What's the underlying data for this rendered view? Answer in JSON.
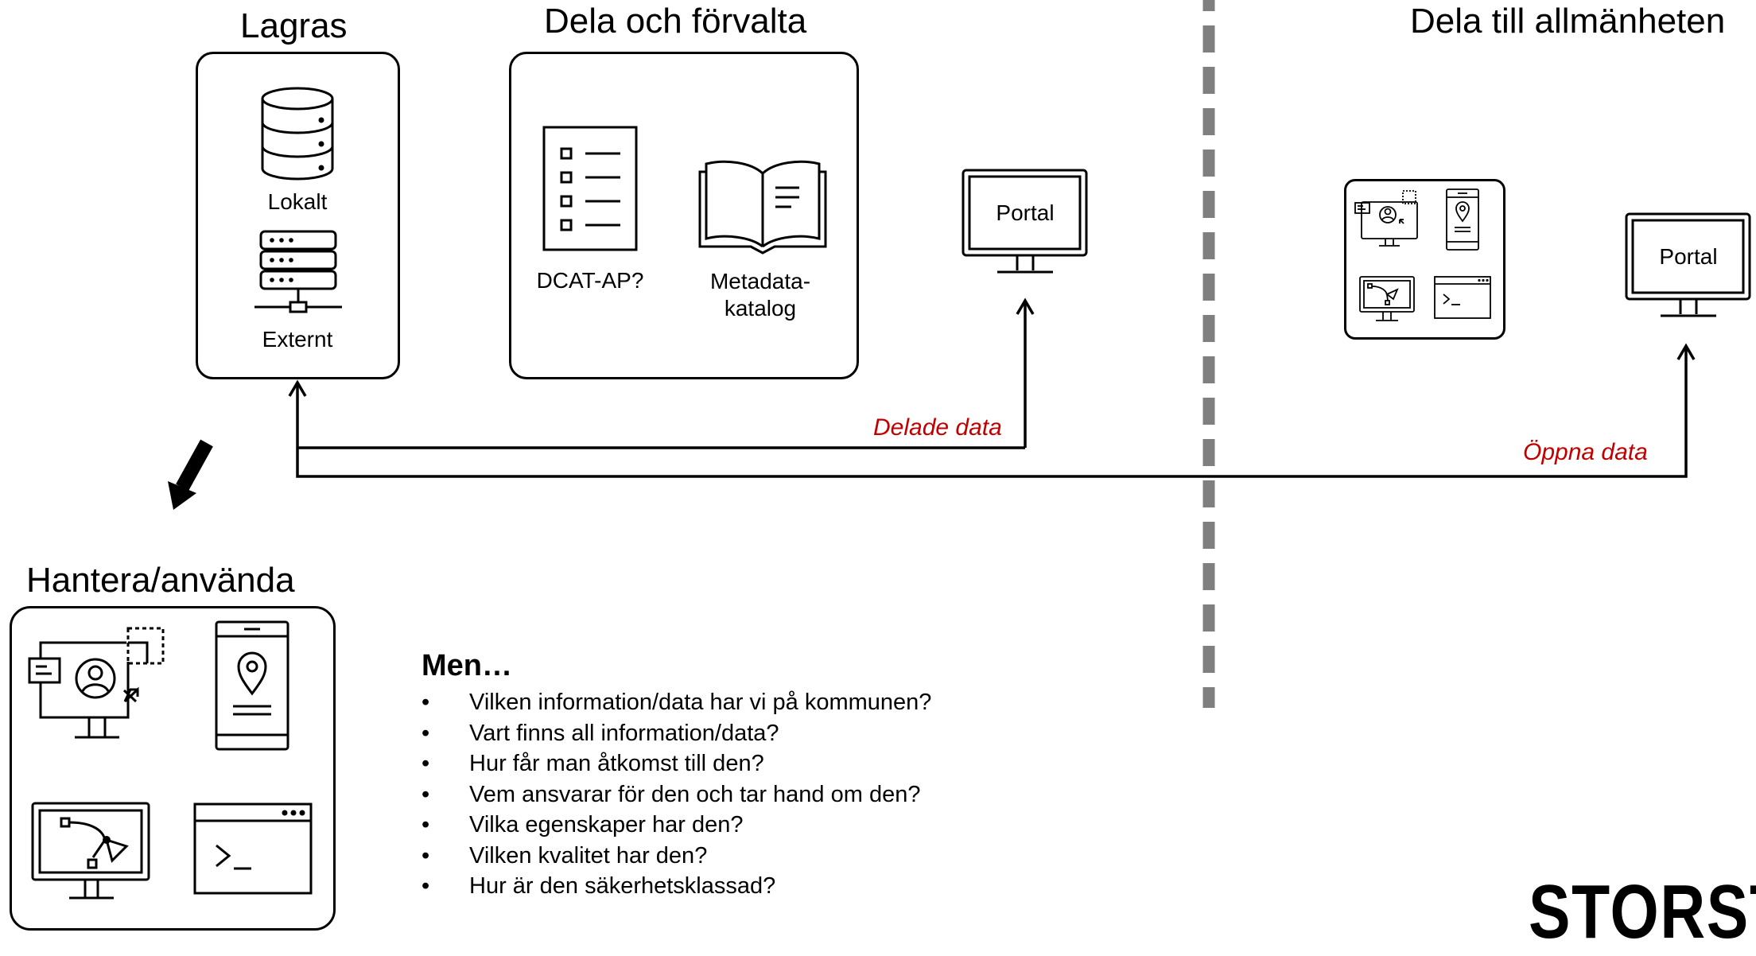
{
  "sections": {
    "lagras": "Lagras",
    "dela_forvalta": "Dela och förvalta",
    "dela_allmanheten": "Dela till allmänheten",
    "hantera": "Hantera/använda"
  },
  "storage": {
    "local": "Lokalt",
    "external": "Externt"
  },
  "manage": {
    "dcat": "DCAT-AP?",
    "catalog_line1": "Metadata-",
    "catalog_line2": "katalog"
  },
  "portal_label": "Portal",
  "flows": {
    "shared": "Delade data",
    "open": "Öppna data"
  },
  "questions_title": "Men…",
  "questions": [
    "Vilken information/data har vi på kommunen?",
    "Vart finns all information/data?",
    "Hur får man åtkomst till den?",
    "Vem ansvarar för den och tar hand om den?",
    "Vilka egenskaper har den?",
    "Vilken kvalitet har den?",
    "Hur är den säkerhetsklassad?"
  ],
  "brand": "STORST",
  "colors": {
    "accent": "#c00000",
    "divider": "#7f7f7f",
    "stroke": "#000000"
  }
}
